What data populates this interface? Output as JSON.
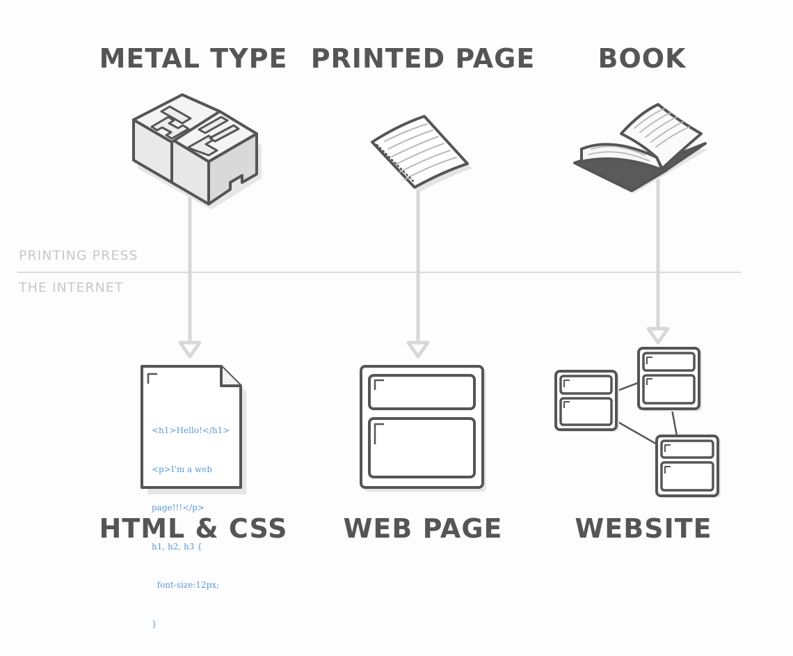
{
  "top_row": {
    "metal_type": "METAL TYPE",
    "printed_page": "PRINTED PAGE",
    "book": "BOOK"
  },
  "bottom_row": {
    "html_css": "HTML & CSS",
    "web_page": "WEB PAGE",
    "website": "WEBSITE"
  },
  "eras": {
    "upper": "PRINTING PRESS",
    "lower": "THE INTERNET"
  },
  "code_sample": {
    "line1": "<h1>Hello!</h1>",
    "line2": "<p>I'm a web",
    "line3": "page!!!</p>",
    "line4": "h1, h2, h3 {",
    "line5": "  font-size:12px;",
    "line6": "}"
  },
  "colors": {
    "ink": "#555555",
    "arrow": "#d8d8d8",
    "divider": "#dadada",
    "era_text": "#c8c8c8",
    "code": "#5b9ad8"
  },
  "icons": [
    "metal-type-icon",
    "printed-page-icon",
    "book-icon",
    "html-document-icon",
    "web-page-icon",
    "website-icon"
  ]
}
